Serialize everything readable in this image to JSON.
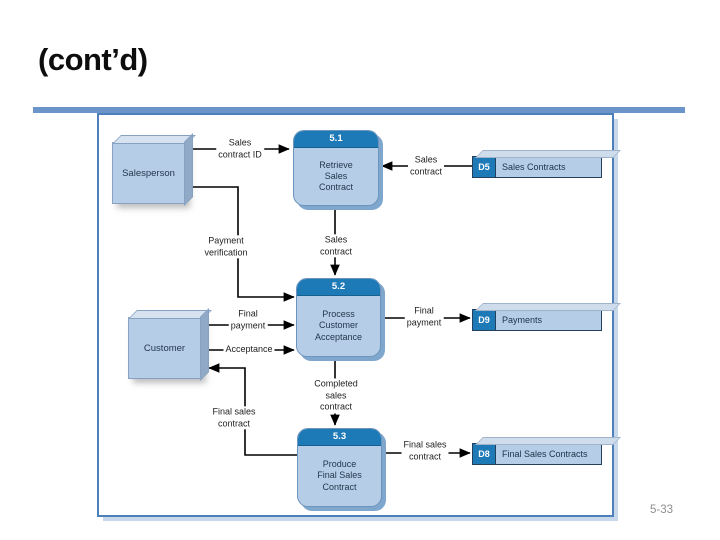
{
  "slide": {
    "title": "(cont’d)",
    "page_number": "5-33"
  },
  "colors": {
    "accent_bar": "#6b95c9",
    "panel_border": "#4d7fba",
    "process_header": "#1e79b7",
    "shape_fill": "#b5cde6",
    "shape_top_face": "#d7e2f0",
    "shape_side_face": "#8fa9c6",
    "flow_line": "#000000"
  },
  "diagram": {
    "entities": [
      {
        "id": "salesperson",
        "label": "Salesperson"
      },
      {
        "id": "customer",
        "label": "Customer"
      }
    ],
    "processes": [
      {
        "number": "5.1",
        "label": "Retrieve\nSales\nContract"
      },
      {
        "number": "5.2",
        "label": "Process\nCustomer\nAcceptance"
      },
      {
        "number": "5.3",
        "label": "Produce\nFinal Sales\nContract"
      }
    ],
    "datastores": [
      {
        "id": "D5",
        "label": "Sales Contracts"
      },
      {
        "id": "D9",
        "label": "Payments"
      },
      {
        "id": "D8",
        "label": "Final Sales Contracts"
      }
    ],
    "flows": [
      {
        "label": "Sales\ncontract ID",
        "from": "Salesperson",
        "to": "5.1"
      },
      {
        "label": "Sales\ncontract",
        "from": "D5",
        "to": "5.1"
      },
      {
        "label": "Payment\nverification",
        "from": "Salesperson",
        "to": "5.2"
      },
      {
        "label": "Sales\ncontract",
        "from": "5.1",
        "to": "5.2"
      },
      {
        "label": "Final\npayment",
        "from": "Customer",
        "to": "5.2"
      },
      {
        "label": "Acceptance",
        "from": "Customer",
        "to": "5.2"
      },
      {
        "label": "Final\npayment",
        "from": "5.2",
        "to": "D9"
      },
      {
        "label": "Completed\nsales\ncontract",
        "from": "5.2",
        "to": "5.3"
      },
      {
        "label": "Final sales\ncontract",
        "from": "5.3",
        "to": "Customer"
      },
      {
        "label": "Final sales\ncontract",
        "from": "5.3",
        "to": "D8"
      }
    ]
  }
}
